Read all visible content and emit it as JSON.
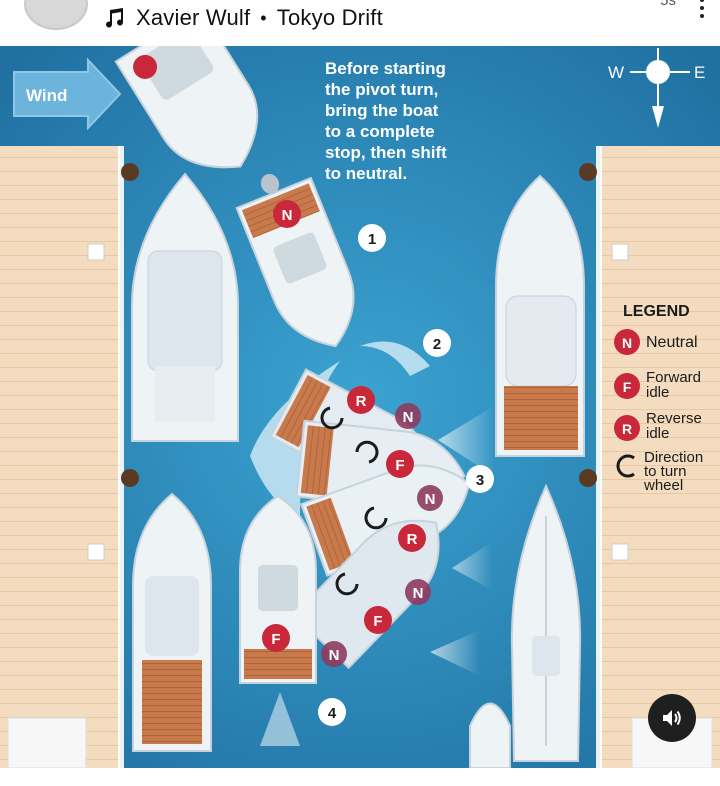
{
  "header": {
    "song_artist": "Xavier Wulf",
    "separator": "•",
    "song_title": "Tokyo Drift",
    "time_partial": "5s",
    "music_icon": "music-note-icon",
    "more_icon": "more-vertical-icon"
  },
  "diagram": {
    "wind_label": "Wind",
    "instructions": [
      "Before starting",
      "the pivot turn,",
      "bring the boat",
      "to a complete",
      "stop, then shift",
      "to neutral."
    ],
    "compass": {
      "west": "W",
      "east": "E"
    },
    "steps": [
      "1",
      "2",
      "3",
      "4"
    ],
    "legend": {
      "title": "LEGEND",
      "items": [
        {
          "symbol": "N",
          "label_lines": [
            "Neutral"
          ]
        },
        {
          "symbol": "F",
          "label_lines": [
            "Forward",
            "idle"
          ]
        },
        {
          "symbol": "R",
          "label_lines": [
            "Reverse",
            "idle"
          ]
        },
        {
          "symbol": "",
          "label_lines": [
            "Direction",
            "to turn",
            "wheel"
          ]
        }
      ]
    },
    "markers": {
      "neutral": "N",
      "forward": "F",
      "reverse": "R"
    },
    "colors": {
      "water": "#2c8fbe",
      "dock": "#f2d9b8",
      "marker": "#c8283a",
      "boat": "#e9eef2",
      "deck": "#c9754a"
    }
  },
  "controls": {
    "sound_icon": "speaker-icon"
  }
}
